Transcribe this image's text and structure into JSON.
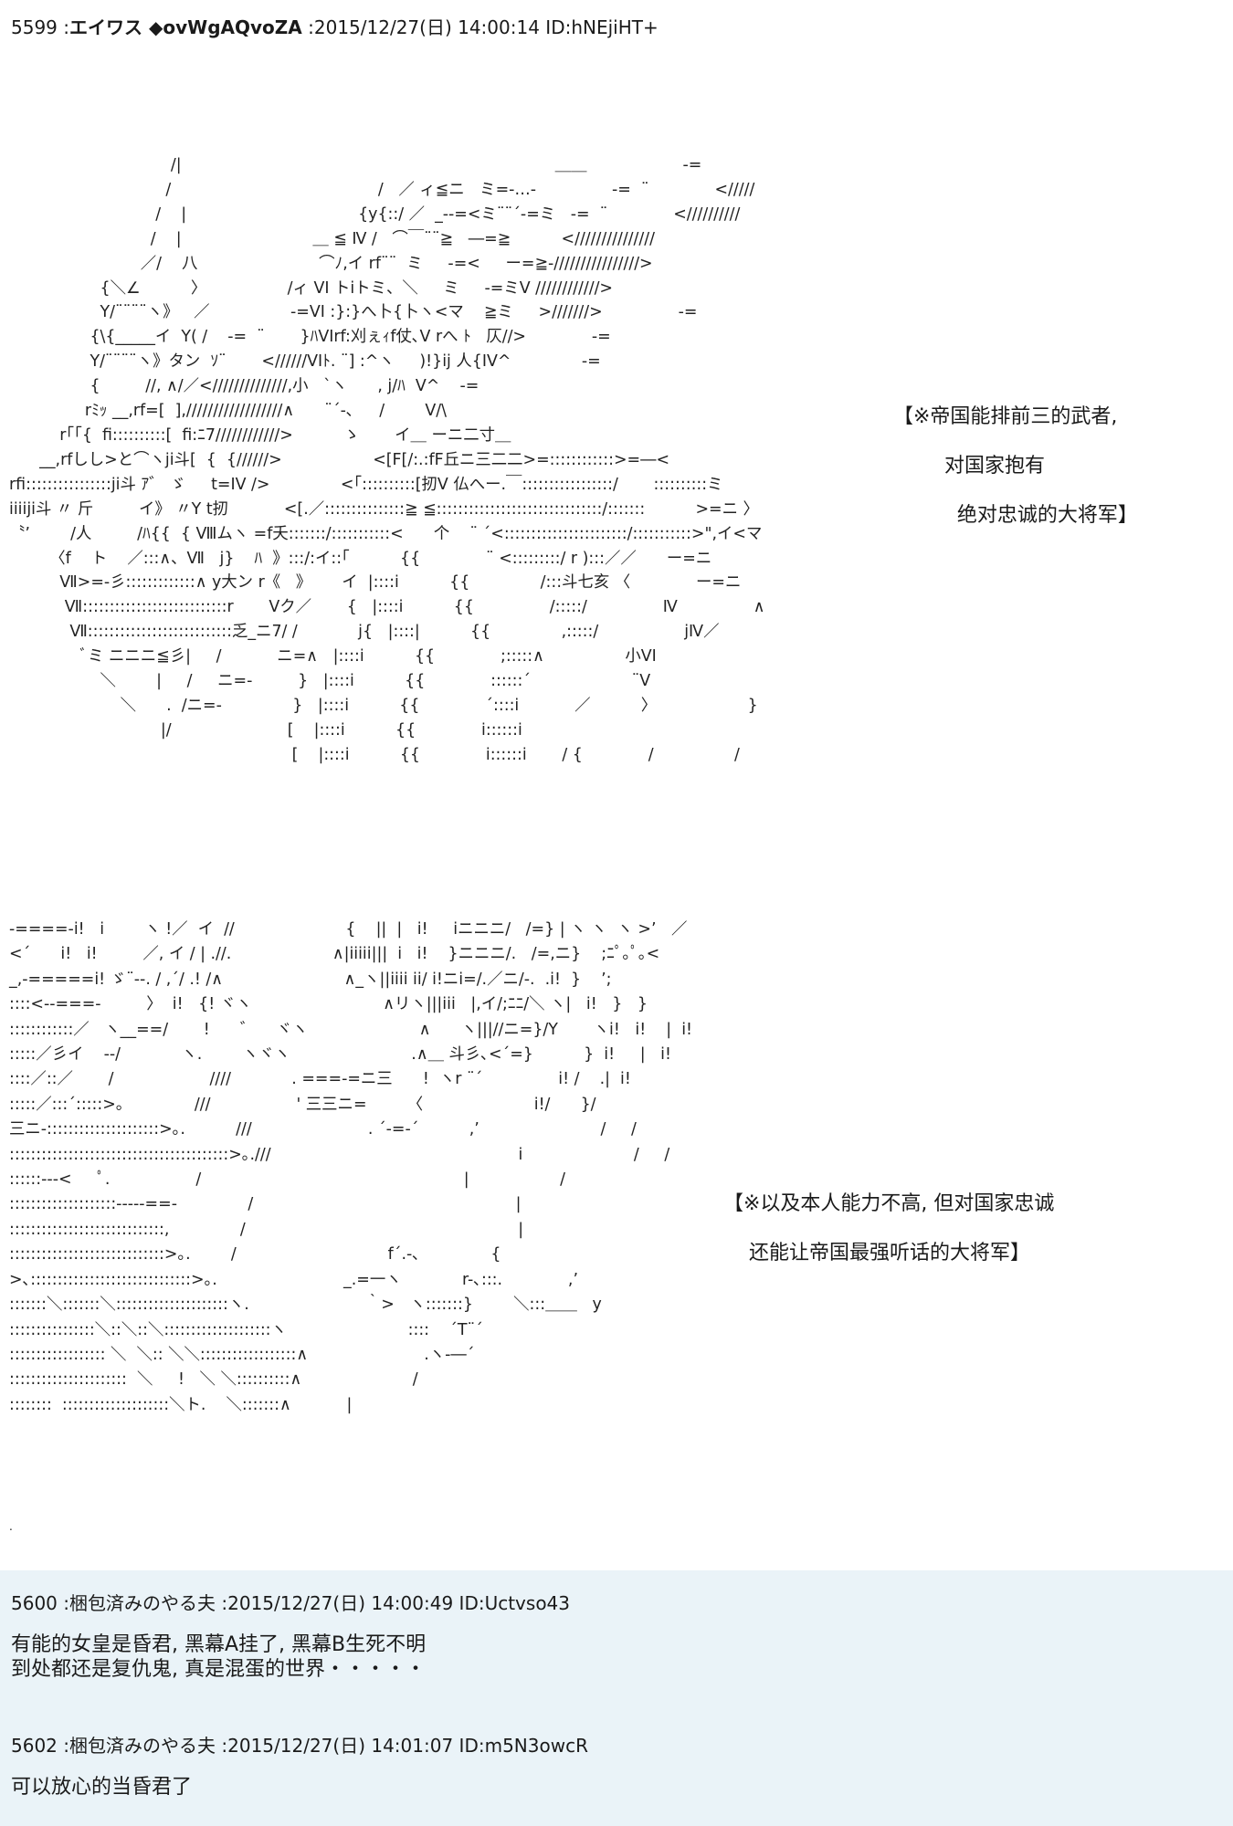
{
  "posts": [
    {
      "number": "5599",
      "name": "エイワス ◆ovWgAQvoZA",
      "date": "2015/12/27(日) 14:00:14",
      "id": "ID:hNEjiHT+",
      "art1": "                                /|                                                                          ＿＿                   -=\n                               /                                         /   ／ ィ≦ニ   ミ=-…-               -=  ¨             </////\n                             /    |                                  {y{::/ ／  _--=<ミ¨¨´-=ミ   -=  ¨             <//////////\n                            /    |                          ＿ ≦ Ⅳ /   ⌒￣¨¨≧   ―=≧          <///////////////\n                          ／/    八                        ⌒ﾉ,イ rf¨¨  ミ     -=<     ー=≧-////////////////>\n                  {＼∠          〉                /ィ VI トiトミ、＼     ミ     -=ミV ////////////>\n                  Y/¨¨¨¨ヽ》   ／                -=VI :}:}へ卜{卜ヽ<マ    ≧ミ     >///////>               -=\n                {\\{_____イ  Y( /    -=  ¨       }ﾊVIrf:刈ぇｨf仗､V rへ ﾄ   仄//>             -=\n                Y/¨¨¨¨ヽ》タン  ｿ¨       <//////VIﾄ. ¨] :^ヽ     )!}ij 人{IV^              -=\n                {         //, ∧/／<//////////////,小   `ヽ      , j/ﾊ  V^    -=\n               rﾐｯ __,rf=[  ],//////////////////∧      ¨´‐､     /        V/\\\n          r｢｢{  fi::::::::::[  fi:ﾆ7////////////>          ゝ       イ＿ ーニ二寸＿\n      __,rfしし>と⌒ヽji斗[  {  {//////>                  <[F[/:.:fF丘ニ三二二>=::::::::::::>=―<\nrfi::::::::::::::::ji斗 ｱ゛ ゞ     t=IV />              <｢::::::::::[扨V 仏へー.￣:::::::::::::::::/       ::::::::::ミ\niiiiji斗 〃 斤         イ》 〃Y t扨           <[.／:::::::::::::::≧ ≦:::::::::::::::::::::::::::::::/:::::::          >=ニ 〉\n〝’        /人         /ﾊ{{  { Ⅷムヽ =f夭:::::::/:::::::::::<      个    ¨ ´<:::::::::::::::::::::::/:::::::::::>\",イ<マ\n        〈f    ト    ／:::∧、Ⅶ   j}    ﾊ  》:::/:イ::｢          {{             ¨ <:::::::::/ r ):::／／      ー=ニ\n          Ⅶ>=-彡:::::::::::::∧ y大ン r《   》      イ  |::::i          {{              /:::斗七亥 〈             ー=ニ\n           Ⅶ:::::::::::::::::::::::::::r       Vク／       {   |::::i          {{               /:::::/               Ⅳ               ∧\n            Ⅶ:::::::::::::::::::::::::::乏_ニ7/ /            j{   |::::|          {{              ,:::::/                 jⅣ／\n              ﾞミ ニニニ≦彡|     /           ニ=∧   |::::i          {{             ;:::::∧                小VI\n                  ＼        |     /     ニ=-         }   |::::i          {{             ::::::´                    ¨V\n                      ＼      .  /ニ=-              }   |::::i          {{             ´::::i           ／          〉                  }\n                              |/                       [    |::::i          {{             i::::::i\n                                                        [    |::::i          {{             i::::::i       / {             /                /",
      "art2": "-====-i!   i        ヽ !／  イ  //                      {    ||  |   i!     iニニニ/   /=} | ヽ ヽ  ヽ >’   ／\n<´      i!   i!         ／, イ / | .//.                    ∧|iiiii|||  i   i!    }ニニニ/.   /=,ニ}    ;ﾆﾟ｡ﾟ｡<\n_,-=====i! ゞ¨--. / ,´/ .! /∧                        ∧_ヽ||iiii ii/ i!ニi=/.／ニ/-.  .i!  }    ’;\n::::<--===-         〉  i!   {! ヾヽ                          ∧リヽ|||iii   |,イ/;ﾆﾆ/＼ ヽ|   i!   }   }\n::::::::::::／   ヽ__==/       !      ゛    ヾヽ                      ∧      ヽ|||//ニ=}/Y       ヽi!   i!    |  i!\n:::::／彡イ    --/            ヽ.        ヽヾヽ                        .∧＿ 斗彡､<´=}          }  i!     |   i!\n::::／::／       /                   ////            . ===-=ニ三      !  ヽr ¨´               i! /    .|  i!\n:::::／:::´:::::>｡              ///                 ' 三三ニ=        〈                      i!/      }/\n三ニ-:::::::::::::::::::::>｡.          ///                       . ´-=-´          ,’                        /     /\n:::::::::::::::::::::::::::::::::::::::::>｡.///                                                 i                      /     /\n::::::---<     ﾟ.                 /                                                    |                  /\n::::::::::::::::::::-----==-              /                                                    |\n:::::::::::::::::::::::::::::,              /                                                      |\n:::::::::::::::::::::::::::::>｡.        /                              f´.-､              {\n>､::::::::::::::::::::::::::::::>｡.                         _.=一ヽ            r-､:::.             ,’\n:::::::＼:::::::＼:::::::::::::::::::::ヽ.                       ｀>   ヽ:::::::}        ＼:::＿＿   y\n::::::::::::::::＼::＼::＼::::::::::::::::::::ヽ                        ::::    ´T¨´\n:::::::::::::::::: ＼  ＼:: ＼＼::::::::::::::::::∧                       .ヽ-―´\n::::::::::::::::::::::  ＼     !   ＼ ＼::::::::::∧                      /\n::::::::  ::::::::::::::::::::＼ト.    ＼:::::::∧           |",
      "caption1": "【※帝国能排前三的武者,\n        对国家抱有\n          绝对忠诚的大将军】",
      "caption2": "【※以及本人能力不高, 但对国家忠诚\n    还能让帝国最强听话的大将军】"
    },
    {
      "number": "5600",
      "name": "梱包済みのやる夫",
      "date": "2015/12/27(日) 14:00:49",
      "id": "ID:Uctvso43",
      "line1": "有能的女皇是昏君, 黑幕A挂了, 黑幕B生死不明",
      "line2": "到处都还是复仇鬼, 真是混蛋的世界・・・・・"
    },
    {
      "number": "5602",
      "name": "梱包済みのやる夫",
      "date": "2015/12/27(日) 14:01:07",
      "id": "ID:m5N3owcR",
      "line1": "可以放心的当昏君了"
    }
  ],
  "stray_mark": "."
}
